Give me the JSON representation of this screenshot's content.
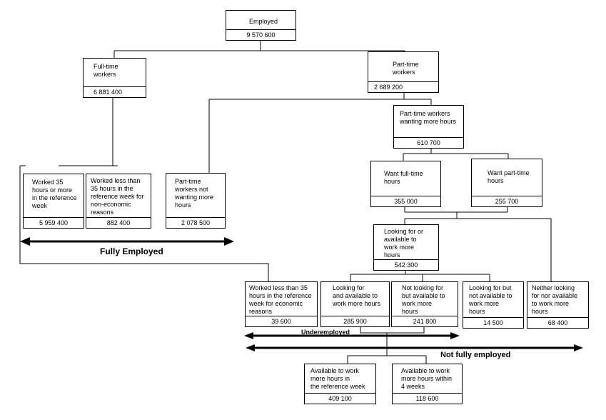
{
  "boxes": {
    "employed": {
      "label": "Employed",
      "value": "9 570 600"
    },
    "fulltime": {
      "label": "Full-time\nworkers",
      "value": "6 881 400"
    },
    "parttime": {
      "label": "Part-time\nworkers",
      "value": "2 689 200"
    },
    "pt_wanting": {
      "label": "Part-time workers\nwanting more hours",
      "value": "610 700"
    },
    "worked35": {
      "label": "Worked 35\nhours or more\nin the reference\nweek",
      "value": "5 959 400"
    },
    "worked_less_noneco": {
      "label": "Worked less than\n35 hours in the\nreference week for\nnon-economic\nreasons",
      "value": "882 400"
    },
    "pt_not_wanting": {
      "label": "Part-time\nworkers not\nwanting more\nhours",
      "value": "2 078 500"
    },
    "want_fulltime": {
      "label": "Want full-time\nhours",
      "value": "355 000"
    },
    "want_parttime": {
      "label": "Want part-time\nhours",
      "value": "255 700"
    },
    "looking_or_available": {
      "label": "Looking for or\navailable to\nwork  more\nhours",
      "value": "542 300"
    },
    "worked_less_eco": {
      "label": "Worked less than 35\nhours in the reference\nweek for economic\nreasons",
      "value": "39 600"
    },
    "looking_and_available": {
      "label": "Looking for\nand available  to\nwork more hours",
      "value": "285 900"
    },
    "not_looking_available": {
      "label": "Not looking for\nbut available to\nwork more\nhours",
      "value": "241 800"
    },
    "looking_not_available": {
      "label": "Looking for but\nnot available to\nwork more\nhours",
      "value": "14 500"
    },
    "neither": {
      "label": "Neither looking\nfor nor available\nto work more\nhours",
      "value": "68 400"
    },
    "avail_ref_week": {
      "label": "Available to work\nmore hours in\nthe reference week",
      "value": "409 100"
    },
    "avail_4weeks": {
      "label": "Available to work\nmore hours within\n4 weeks",
      "value": "118 600"
    }
  },
  "captions": {
    "fully_employed": "Fully Employed",
    "underemployed": "Underemployed",
    "not_fully_employed": "Not fully employed"
  }
}
